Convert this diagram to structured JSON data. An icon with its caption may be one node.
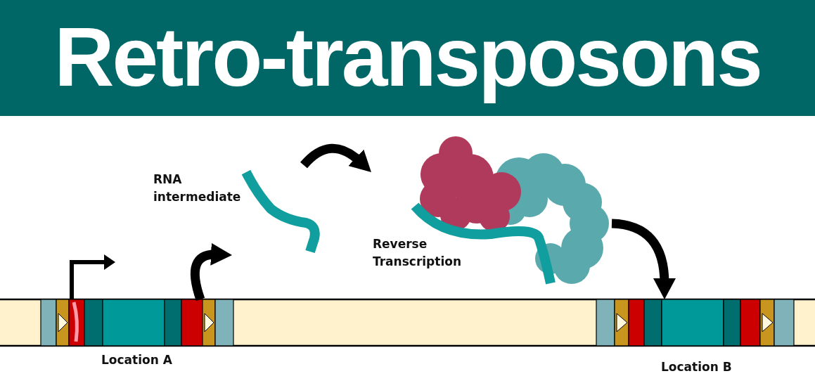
{
  "diagram": {
    "title": "Retro-transposons",
    "nodes": [
      {
        "text": [
          "Location A"
        ]
      },
      {
        "text": [
          "RNA intermediate"
        ]
      },
      {
        "text": [
          "Reverse Transcription"
        ]
      },
      {
        "text": [
          "Location B"
        ]
      }
    ],
    "edges": [
      {
        "from": 0,
        "to": 1,
        "arrow": "to"
      },
      {
        "from": 1,
        "to": 2,
        "arrow": "to"
      },
      {
        "from": 2,
        "to": 3,
        "arrow": "to"
      }
    ]
  }
}
